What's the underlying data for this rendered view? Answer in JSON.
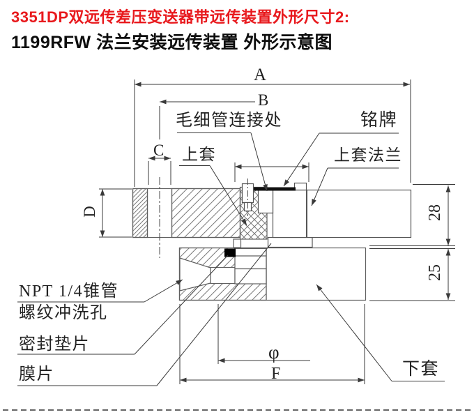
{
  "header": {
    "title": "3351DP双远传差压变送器带远传装置外形尺寸2:",
    "subtitle": "1199RFW 法兰安装远传装置 外形示意图"
  },
  "colors": {
    "title_red": "#e8191d",
    "line_ink": "#3a3a3a"
  },
  "drawing": {
    "part_labels": {
      "capillary_joint": "毛细管连接处",
      "nameplate": "铭牌",
      "upper_sleeve": "上套",
      "upper_sleeve_flange": "上套法兰",
      "npt_flush_hole_line1": "NPT 1/4锥管",
      "npt_flush_hole_line2": "螺纹冲洗孔",
      "seal_gasket": "密封垫片",
      "diaphragm": "膜片",
      "lower_sleeve": "下套"
    },
    "dimension_labels": {
      "width_a": "A",
      "width_b": "B",
      "offset_c": "C",
      "height_d": "D",
      "flange_height": "28",
      "lower_height": "25",
      "bore_phi": "φ",
      "width_f": "F"
    }
  }
}
